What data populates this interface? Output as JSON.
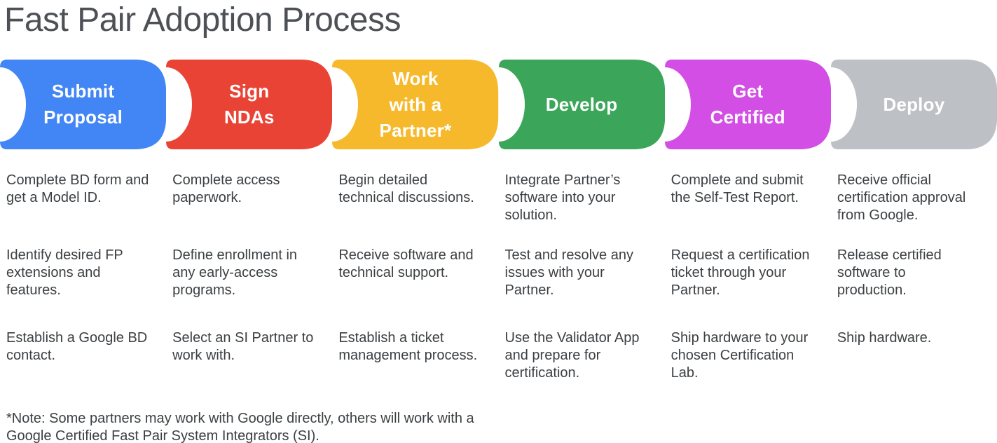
{
  "title": "Fast Pair Adoption Process",
  "steps": [
    {
      "label": "Submit\nProposal",
      "color": "#4285f4",
      "items": [
        "Complete BD form and\nget a Model ID.",
        "Identify desired FP\nextensions and\nfeatures.",
        "Establish a Google BD\ncontact."
      ]
    },
    {
      "label": "Sign\nNDAs",
      "color": "#e94335",
      "items": [
        "Complete access\npaperwork.",
        "Define enrollment in\nany early-access\nprograms.",
        "Select an SI Partner to\nwork with."
      ]
    },
    {
      "label": "Work\nwith a\nPartner*",
      "color": "#f6b92c",
      "items": [
        "Begin detailed\ntechnical discussions.",
        "Receive software and\ntechnical support.",
        "Establish a ticket\nmanagement process."
      ]
    },
    {
      "label": "Develop",
      "color": "#3ba65a",
      "items": [
        "Integrate Partner’s\nsoftware into your\nsolution.",
        "Test and resolve any\nissues with your\nPartner.",
        "Use the Validator App\nand prepare for\ncertification."
      ]
    },
    {
      "label": "Get\nCertified",
      "color": "#d24ee4",
      "items": [
        "Complete and submit\nthe Self-Test Report.",
        "Request a certification\nticket through your\nPartner.",
        "Ship hardware to your\nchosen Certification\nLab."
      ]
    },
    {
      "label": "Deploy",
      "color": "#bdc1c6",
      "items": [
        "Receive official\ncertification approval\nfrom Google.",
        "Release certified\nsoftware to\nproduction.",
        "Ship hardware."
      ]
    }
  ],
  "note": "*Note: Some partners may work with Google directly, others will work with a\nGoogle Certified Fast Pair System Integrators (SI)."
}
